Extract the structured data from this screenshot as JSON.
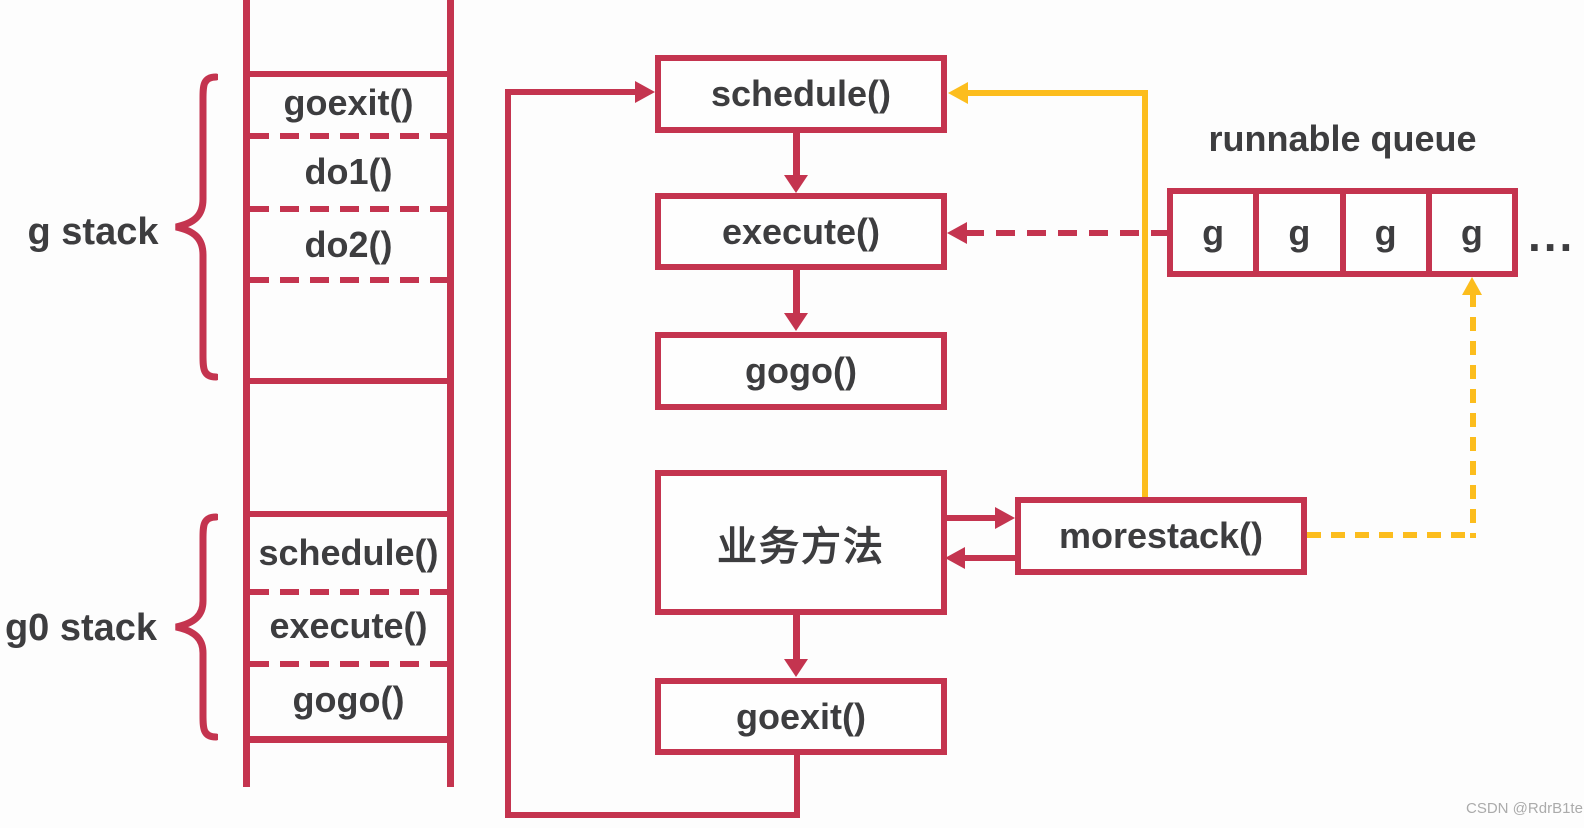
{
  "colors": {
    "red": "#c4344f",
    "yellow": "#fcbd1d",
    "text": "#3d3d3f",
    "background": "#fdfdfd",
    "watermark_gray": "#ababab"
  },
  "left_panel": {
    "g_stack": {
      "label": "g stack",
      "frames": [
        "goexit()",
        "do1()",
        "do2()"
      ]
    },
    "g0_stack": {
      "label": "g0 stack",
      "frames": [
        "schedule()",
        "execute()",
        "gogo()"
      ]
    }
  },
  "flow": {
    "schedule": {
      "label": "schedule()"
    },
    "execute": {
      "label": "execute()"
    },
    "gogo": {
      "label": "gogo()"
    },
    "business": {
      "label": "业务方法"
    },
    "goexit": {
      "label": "goexit()"
    },
    "morestack": {
      "label": "morestack()"
    }
  },
  "runnable_queue": {
    "title": "runnable queue",
    "slots": [
      "g",
      "g",
      "g",
      "g"
    ],
    "overflow": "..."
  },
  "watermark": "CSDN @RdrB1te"
}
